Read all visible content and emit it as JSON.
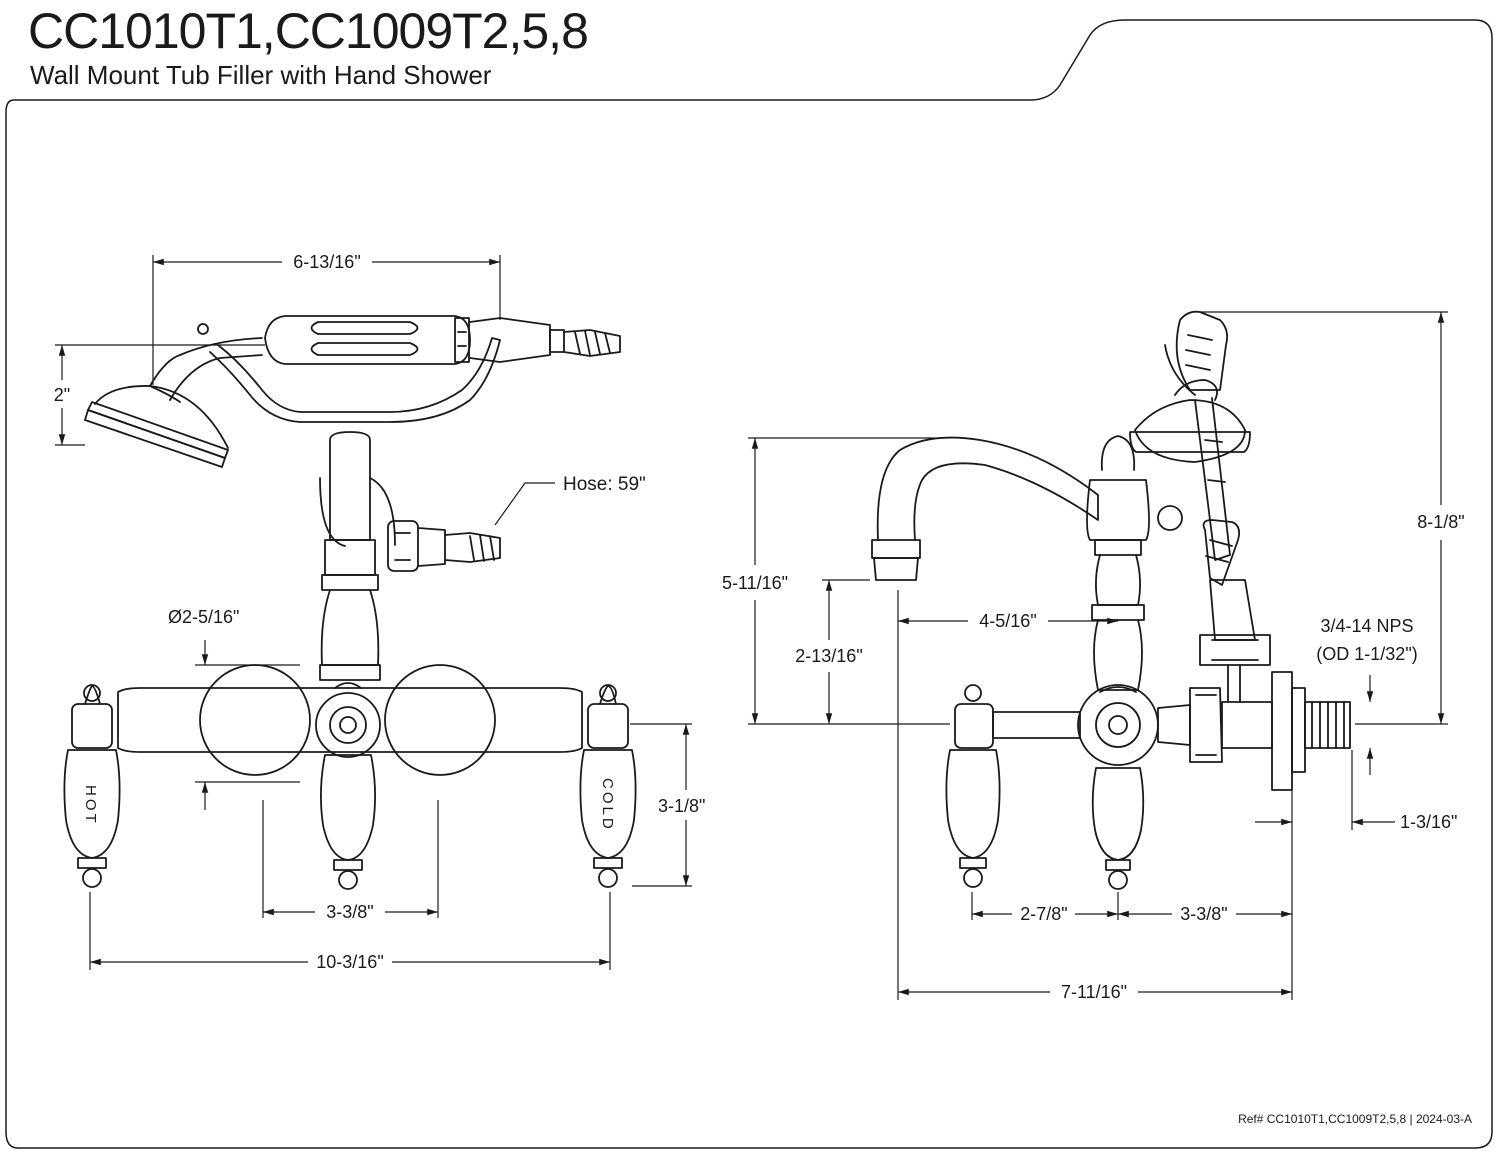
{
  "header": {
    "title": "CC1010T1,CC1009T2,5,8",
    "subtitle": "Wall Mount Tub Filler with Hand Shower"
  },
  "footer": {
    "ref": "Ref# CC1010T1,CC1009T2,5,8 | 2024-03-A"
  },
  "front_view": {
    "dim_handshower_length": "6-13/16\"",
    "dim_handshower_height": "2\"",
    "hose_label": "Hose: 59\"",
    "dim_flange_diameter": "Ø2-5/16\"",
    "dim_handle_height": "3-1/8\"",
    "dim_center_spacing": "3-3/8\"",
    "dim_overall_width": "10-3/16\"",
    "hot_label": "HOT",
    "cold_label": "COLD"
  },
  "side_view": {
    "dim_spout_height": "5-11/16\"",
    "dim_spout_clearance": "2-13/16\"",
    "dim_spout_reach": "4-5/16\"",
    "dim_overall_height": "8-1/8\"",
    "dim_thread_label_line1": "3/4-14 NPS",
    "dim_thread_label_line2": "(OD 1-1/32\")",
    "dim_inlet_length": "1-3/16\"",
    "dim_handle_offset": "2-7/8\"",
    "dim_body_offset": "3-3/8\"",
    "dim_overall_depth": "7-11/16\""
  },
  "colors": {
    "line": "#1a1a1a",
    "background": "#ffffff"
  }
}
